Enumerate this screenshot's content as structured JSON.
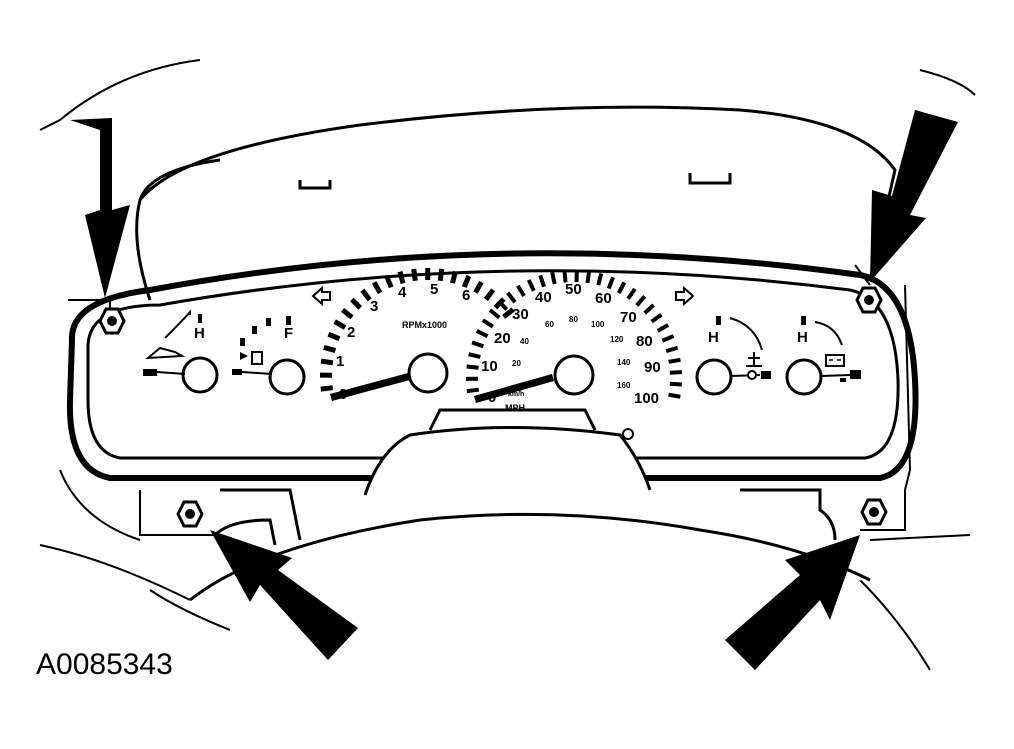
{
  "figure_id": "A0085343",
  "tachometer": {
    "ticks": [
      "0",
      "1",
      "2",
      "3",
      "4",
      "5",
      "6"
    ],
    "unit_label": "RPMx1000"
  },
  "speedometer": {
    "mph_ticks": [
      "0",
      "10",
      "20",
      "30",
      "40",
      "50",
      "60",
      "70",
      "80",
      "90",
      "100"
    ],
    "kmh_ticks": [
      "20",
      "40",
      "60",
      "80",
      "100",
      "120",
      "140",
      "160"
    ],
    "kmh_label": "km/h",
    "unit_label": "MPH"
  },
  "fuel_gauge": {
    "full_label": "F"
  },
  "oil_gauge": {
    "high_label": "H"
  },
  "temp_gauge": {
    "high_label": "H"
  },
  "battery_gauge": {
    "high_label": "H"
  }
}
